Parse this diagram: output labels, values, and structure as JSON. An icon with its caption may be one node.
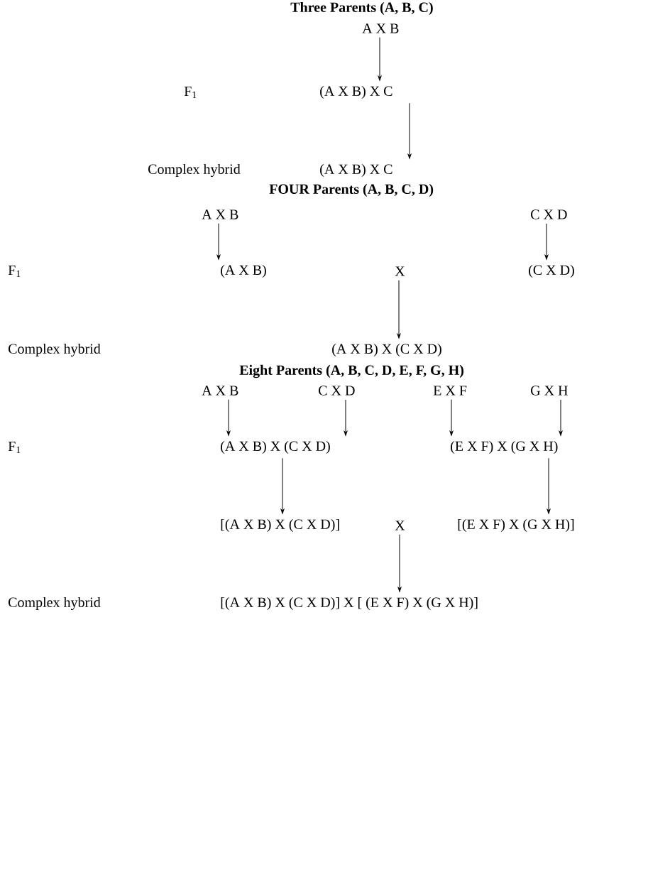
{
  "diagram": {
    "nodes": [
      {
        "text": [
          "A X B"
        ]
      },
      {
        "text": [
          "(A X B) X C"
        ]
      },
      {
        "text": [
          "(A X B) X C"
        ]
      },
      {
        "text": [
          "A X B"
        ]
      },
      {
        "text": [
          "C X D"
        ]
      },
      {
        "text": [
          "(A X B)"
        ]
      },
      {
        "text": [
          "X"
        ]
      },
      {
        "text": [
          "(C X D)"
        ]
      },
      {
        "text": [
          "(A X B) X (C X D)"
        ]
      },
      {
        "text": [
          "A X B"
        ]
      },
      {
        "text": [
          "C X D"
        ]
      },
      {
        "text": [
          "E X F"
        ]
      },
      {
        "text": [
          "G X H"
        ]
      },
      {
        "text": [
          "(A X B) X (C X D)"
        ]
      },
      {
        "text": [
          "(E X F) X (G X H)"
        ]
      },
      {
        "text": [
          "[(A X B) X (C X D)]"
        ]
      },
      {
        "text": [
          "X"
        ]
      },
      {
        "text": [
          "[(E X F) X (G X H)]"
        ]
      },
      {
        "text": [
          "[(A X B) X (C X D)] X [ (E X F) X (G X H)]"
        ]
      }
    ],
    "edges": [
      {
        "from": 0,
        "to": 1,
        "arrow": "to"
      },
      {
        "from": 1,
        "to": 2,
        "arrow": "to"
      },
      {
        "from": 3,
        "to": 5,
        "arrow": "to"
      },
      {
        "from": 4,
        "to": 7,
        "arrow": "to"
      },
      {
        "from": 6,
        "to": 8,
        "arrow": "to"
      },
      {
        "from": 9,
        "to": 13,
        "arrow": "to"
      },
      {
        "from": 10,
        "to": 13,
        "arrow": "to"
      },
      {
        "from": 11,
        "to": 14,
        "arrow": "to"
      },
      {
        "from": 12,
        "to": 14,
        "arrow": "to"
      },
      {
        "from": 13,
        "to": 15,
        "arrow": "to"
      },
      {
        "from": 14,
        "to": 17,
        "arrow": "to"
      },
      {
        "from": 16,
        "to": 18,
        "arrow": "to"
      }
    ],
    "labels": [
      "Three Parents (A, B, C)",
      "F$_{1}$",
      "Complex hybrid",
      "FOUR Parents (A, B, C, D)",
      "F$_{1}$",
      "Complex hybrid",
      "Eight Parents (A, B, C, D, E, F, G, H)",
      "F$_{1}$",
      "Complex hybrid"
    ]
  }
}
